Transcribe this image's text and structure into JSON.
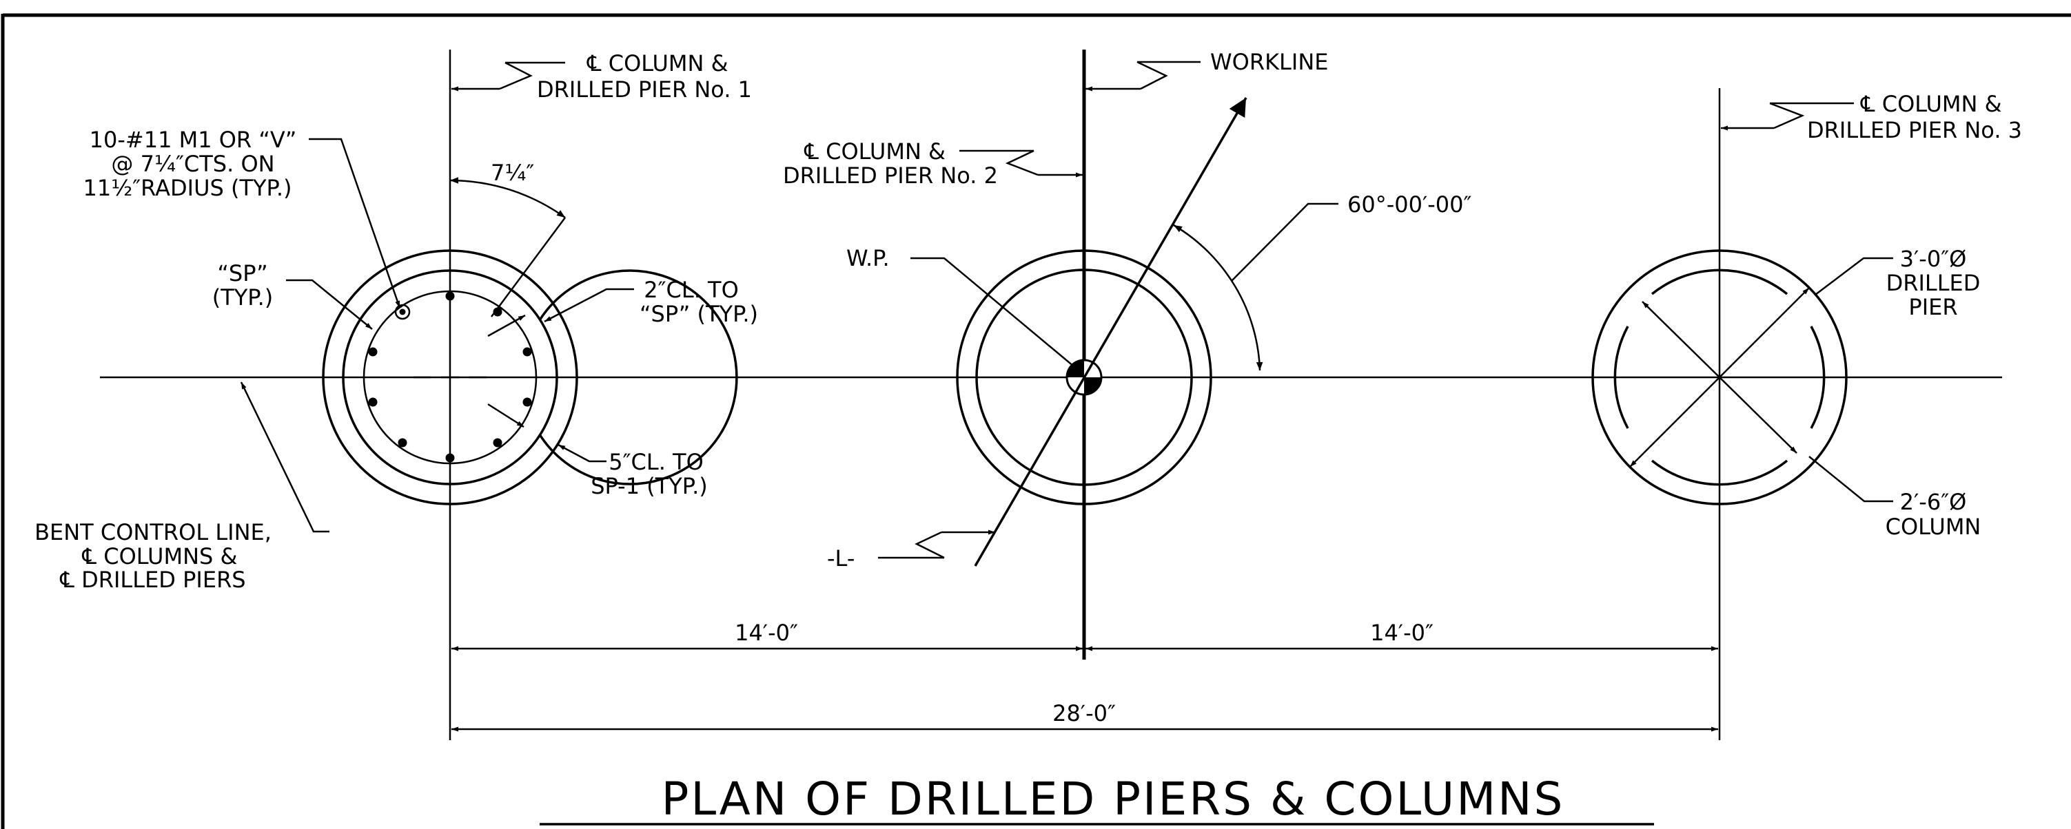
{
  "labels": {
    "pier1_l1": "℄ COLUMN &",
    "pier1_l2": "DRILLED PIER No. 1",
    "workline": "WORKLINE",
    "pier3_l1": "℄ COLUMN &",
    "pier3_l2": "DRILLED PIER No. 3",
    "pier2_l1": "℄ COLUMN &",
    "pier2_l2": "DRILLED PIER No. 2",
    "bars_l1": "10-#11 M1 OR “V”",
    "bars_l2": "@ 7¼″CTS. ON",
    "bars_l3": "11½″RADIUS (TYP.)",
    "spacing_dim": "7¼″",
    "angle": "60°-00′-00″",
    "sp_l1": "“SP”",
    "sp_l2": "(TYP.)",
    "cl2_l1": "2″CL. TO",
    "cl2_l2": "“SP” (TYP.)",
    "wp": "W.P.",
    "pierdia_l1": "3′-0″Ø",
    "pierdia_l2": "DRILLED",
    "pierdia_l3": "PIER",
    "cl5_l1": "5″CL. TO",
    "cl5_l2": "SP-1 (TYP.)",
    "coldia_l1": "2′-6″Ø",
    "coldia_l2": "COLUMN",
    "bent_l1": "BENT CONTROL LINE,",
    "bent_l2": "℄ COLUMNS &",
    "bent_l3": "℄ DRILLED PIERS",
    "l_line": "-L-",
    "dim_left": "14′-0″",
    "dim_right": "14′-0″",
    "dim_total": "28′-0″",
    "title": "PLAN OF DRILLED PIERS & COLUMNS"
  },
  "icons": {
    "work_point": "work-point-symbol",
    "centerline": "centerline-symbol"
  },
  "colors": {
    "ink": "#000000",
    "paper": "#ffffff"
  }
}
